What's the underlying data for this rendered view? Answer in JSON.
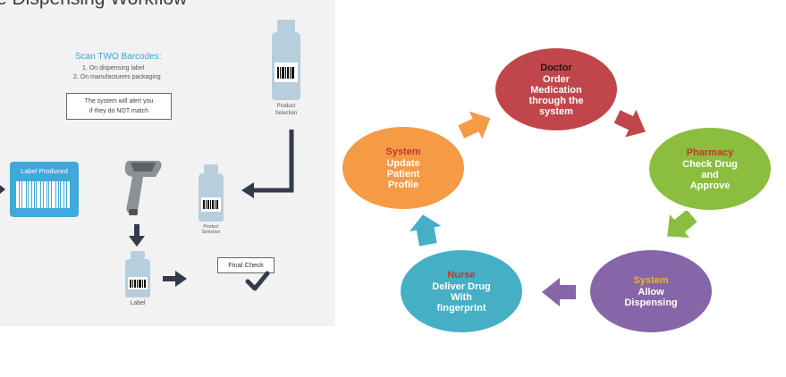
{
  "left_panel": {
    "title": "e Dispensing Workflow",
    "scan_title": "Scan TWO Barcodes:",
    "scan_items": [
      "1. On dispensing label",
      "2. On manufacturers packaging"
    ],
    "alert": [
      "The system will alert you",
      "if they do NOT match"
    ],
    "product_selection_big": [
      "Product",
      "Selection"
    ],
    "product_selection_small": [
      "Product",
      "Selection"
    ],
    "label_produced": "Label Produced",
    "label": "Label",
    "final_check": "Final Check"
  },
  "cycle": {
    "nodes": [
      {
        "id": "doctor",
        "role": "Doctor",
        "desc": [
          "Order",
          "Medication",
          "through the",
          "system"
        ],
        "color": "#c0464b",
        "role_color": "#1a1a1a"
      },
      {
        "id": "pharmacy",
        "role": "Pharmacy",
        "desc": [
          "Check Drug",
          "and",
          "Approve"
        ],
        "color": "#8bbd3f",
        "role_color": "#c0392b"
      },
      {
        "id": "system-allow",
        "role": "System",
        "desc": [
          "Allow",
          "Dispensing"
        ],
        "color": "#8765a9",
        "role_color": "#f0b030"
      },
      {
        "id": "nurse",
        "role": "Nurse",
        "desc": [
          "Deliver Drug",
          "With",
          "fingerprint"
        ],
        "color": "#45afc6",
        "role_color": "#c0392b"
      },
      {
        "id": "system-update",
        "role": "System",
        "desc": [
          "Update",
          "Patient",
          "Profile"
        ],
        "color": "#f59a45",
        "role_color": "#c0392b"
      }
    ],
    "arrow_colors": [
      "#c0464b",
      "#8bbd3f",
      "#8765a9",
      "#45afc6",
      "#f59a45"
    ]
  }
}
